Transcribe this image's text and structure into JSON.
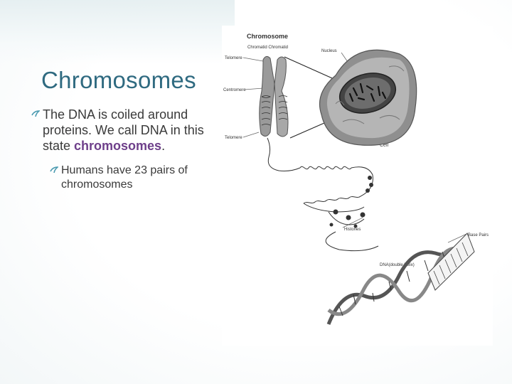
{
  "slide": {
    "title": "Chromosomes",
    "bullet1": {
      "text": "The DNA is coiled around proteins. We call DNA in this state ",
      "highlight": "chromosomes",
      "end": "."
    },
    "bullet2": "Humans have 23 pairs of chromosomes"
  },
  "figure": {
    "title": "Chromosome",
    "labels": {
      "chromatid": "Chromatid Chromatid",
      "telomere_top": "Telomere",
      "centromere": "Centromere",
      "telomere_bottom": "Telomere",
      "nucleus": "Nucleus",
      "cell": "Cell",
      "histones": "Histones",
      "base_pairs": "Base Pairs",
      "dna": "DNA(double helix)"
    }
  },
  "colors": {
    "title": "#2f6a80",
    "highlight": "#6e3f8a",
    "bullet_icon": "#4a9ab0"
  }
}
